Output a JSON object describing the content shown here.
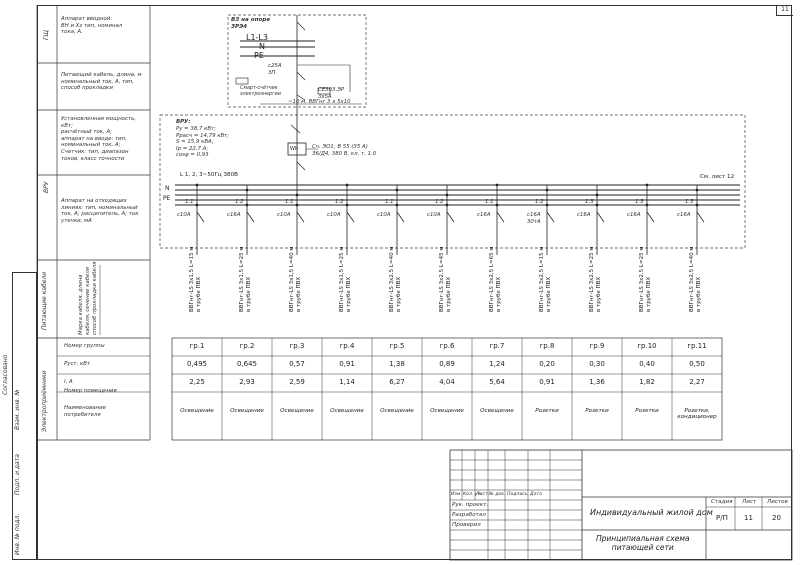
{
  "sheet": {
    "page_number": "11"
  },
  "row_labels": {
    "qd_code": "ГЩ",
    "qd_text": "Аппарат вводной:\nВН и Хз тип, номинал\nтока, А.",
    "cable_input": "Питающий кабель, длина, м\nноминальный ток, А, тип,\nспособ прокладки",
    "vru_text": "Установленная мощность, кВт;\nрасчётный ток, А;\nаппарат на вводе: тип,\nноминальный ток, А;\nСчетчик: тип, диапазон\nтоков, класс точности",
    "vru_code": "ВРУ",
    "outgoing_text": "Аппарат на отходящих\nлиниях: тип, номинальный\nток, А; расцепитель, А; ток\nутечки, мА",
    "cable_row_vert": "Питающие кабели",
    "cable_row_text": "Марка кабеля, длина\nкабеля, сечение кабеля\nспособ прокладки кабеля",
    "consumers_vert": "Электроприёмники",
    "group_no": "Номер группы",
    "p_calc": "Руст, кВт",
    "current": "I, A",
    "circuit_no": "Номер помещения",
    "consumer_name": "Наименование\nпотребителя"
  },
  "left_strip": {
    "agreed": "Согласовано",
    "inv_repl": "Взам. инв. №",
    "sign_date": "Подп. и дата",
    "inv_orig": "Инв. № подл."
  },
  "top_box": {
    "title": "ВЗ на опоре\nЗРЭ4",
    "bus_l": "L1-L3",
    "bus_n": "N",
    "bus_pe": "PE",
    "breaker": "с25А\n3П",
    "counter_label": "СЕ303.ЭР\n3х5А",
    "meter_note": "Смарт-счётчик\nэлектроэнергии",
    "cable": "~10 м. ВВГнг 3 х 5х10"
  },
  "vru": {
    "title": "ВРУ:",
    "text": "Ру = 38,7 кВт;\nРрасч = 14,79 кВт;\nS = 15,9 кВА;\nIр = 22,7 А;\ncosφ = 0,93",
    "meter": "Сч. ЭО1; В 55 (35 А)\nЗ6/Д4, 380 В, кл. т. 1.0",
    "sch": "Wh"
  },
  "bus": {
    "label": "L 1, 2, 3~50Гц 380В",
    "see": "См. лист 12",
    "n": "N",
    "pe": "PE"
  },
  "groups": [
    {
      "no": "гр.1",
      "breaker": "с10А",
      "phase": "1.1",
      "cable": "ВВГнг-LS 3х1,5 L=15 м\nв трубе ПВХ",
      "p": "0,495",
      "i": "2,25",
      "name": "Освещение"
    },
    {
      "no": "гр.2",
      "breaker": "с16А",
      "phase": "1.2",
      "cable": "ВВГнг-LS 3х1,5 L=25 м\nв трубе ПВХ",
      "p": "0,645",
      "i": "2,93",
      "name": "Освещение"
    },
    {
      "no": "гр.3",
      "breaker": "с10А",
      "phase": "1.1",
      "cable": "ВВГнг-LS 3х1,5 L=40 м\nв трубе ПВХ",
      "p": "0,57",
      "i": "2,59",
      "name": "Освещение"
    },
    {
      "no": "гр.4",
      "breaker": "с10А",
      "phase": "1.2",
      "cable": "ВВГнг-LS 3х1,5 L=25 м\nв трубе ПВХ",
      "p": "0,91",
      "i": "1,14",
      "name": "Освещение"
    },
    {
      "no": "гр.5",
      "breaker": "с10А",
      "phase": "1.1",
      "cable": "ВВГнг-LS 3х2,5 L=40 м\nв трубе ПВХ",
      "p": "1,38",
      "i": "6,27",
      "name": "Освещение"
    },
    {
      "no": "гр.6",
      "breaker": "с10А",
      "phase": "1.2",
      "cable": "ВВГнг-LS 3х2,5 L=45 м\nв трубе ПВХ",
      "p": "0,89",
      "i": "4,04",
      "name": "Освещение"
    },
    {
      "no": "гр.7",
      "breaker": "с16А",
      "phase": "1.1",
      "cable": "ВВГнг-LS 3х2,5 L=65 м\nв трубе ПВХ",
      "p": "1,24",
      "i": "5,64",
      "name": "Освещение"
    },
    {
      "no": "гр.8",
      "breaker": "с16А\n30тА",
      "phase": "1.2",
      "cable": "ВВГнг-LS 3х2,5 L=15 м\nв трубе ПВХ",
      "p": "0,20",
      "i": "0,91",
      "name": "Розетки"
    },
    {
      "no": "гр.9",
      "breaker": "с16А",
      "phase": "1.3",
      "cable": "ВВГнг-LS 3х2,5 L=25 м\nв трубе ПВХ",
      "p": "0,30",
      "i": "1,36",
      "name": "Розетки"
    },
    {
      "no": "гр.10",
      "breaker": "с16А",
      "phase": "1.3",
      "cable": "ВВГнг-LS 3х2,5 L=25 м\nв трубе ПВХ",
      "p": "0,40",
      "i": "1,82",
      "name": "Розетки"
    },
    {
      "no": "гр.11",
      "breaker": "с16А",
      "phase": "1.3",
      "cable": "ВВГнг-LS 3х2,5 L=40 м\nв трубе ПВХ",
      "p": "0,50",
      "i": "2,27",
      "name": "Розетки,\nкондиционер"
    }
  ],
  "title_block": {
    "cols": [
      "Изм.",
      "Кол. уч.",
      "Лист",
      "№ док.",
      "Подпись",
      "Дата"
    ],
    "rows": [
      "Рук. проект.",
      "Разработал",
      "Проверил"
    ],
    "project": "Индивидуальный жилой дом",
    "sheet_title": "Принципиальная схема\nпитающей сети",
    "stage_h": "Стадия",
    "sheet_h": "Лист",
    "sheets_h": "Листов",
    "stage": "Р/П",
    "sheet": "11",
    "sheets": "20"
  }
}
